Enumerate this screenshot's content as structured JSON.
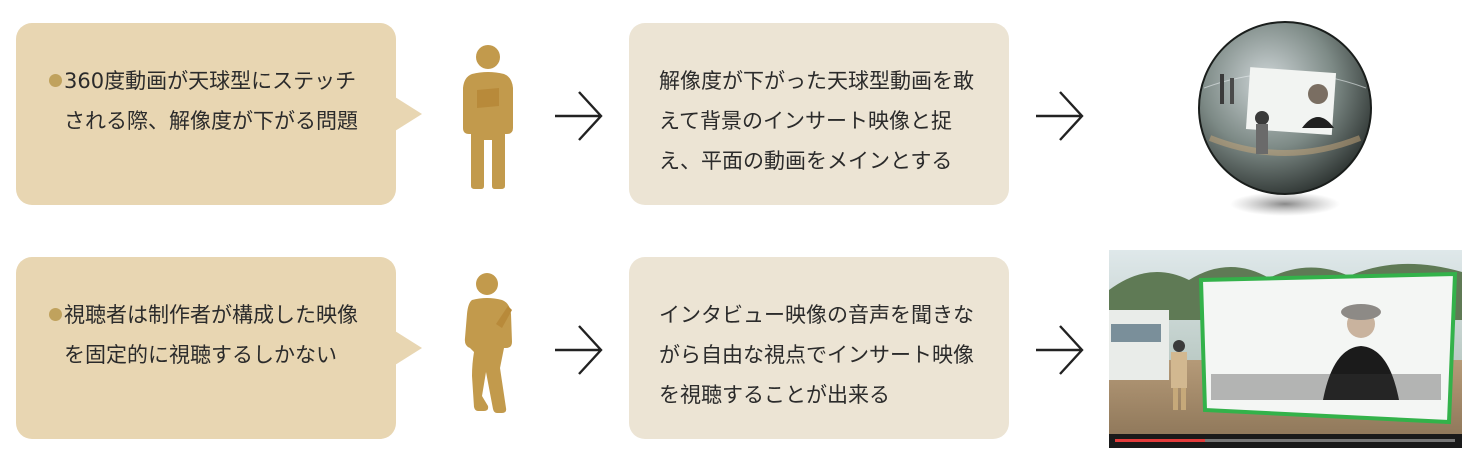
{
  "rows": [
    {
      "problem": "360度動画が天球型にステッチされる際、解像度が下がる問題",
      "solution": "解像度が下がった天球型動画を敢えて背景のインサート映像と捉え、平面の動画をメインとする",
      "figure_icon": "standing-person-icon",
      "image_icon": "spherical-360-video-icon"
    },
    {
      "problem": "視聴者は制作者が構成した映像を固定的に視聴するしかない",
      "solution": "インタビュー映像の音声を聞きながら自由な視点でインサート映像を視聴することが出来る",
      "figure_icon": "thinking-person-icon",
      "image_icon": "video-player-screenshot-icon"
    }
  ],
  "colors": {
    "problem_bubble": "#e8d6b2",
    "solution_box": "#ece4d4",
    "figure": "#c29a4c",
    "bullet": "#c0a25d",
    "arrow": "#222222"
  }
}
